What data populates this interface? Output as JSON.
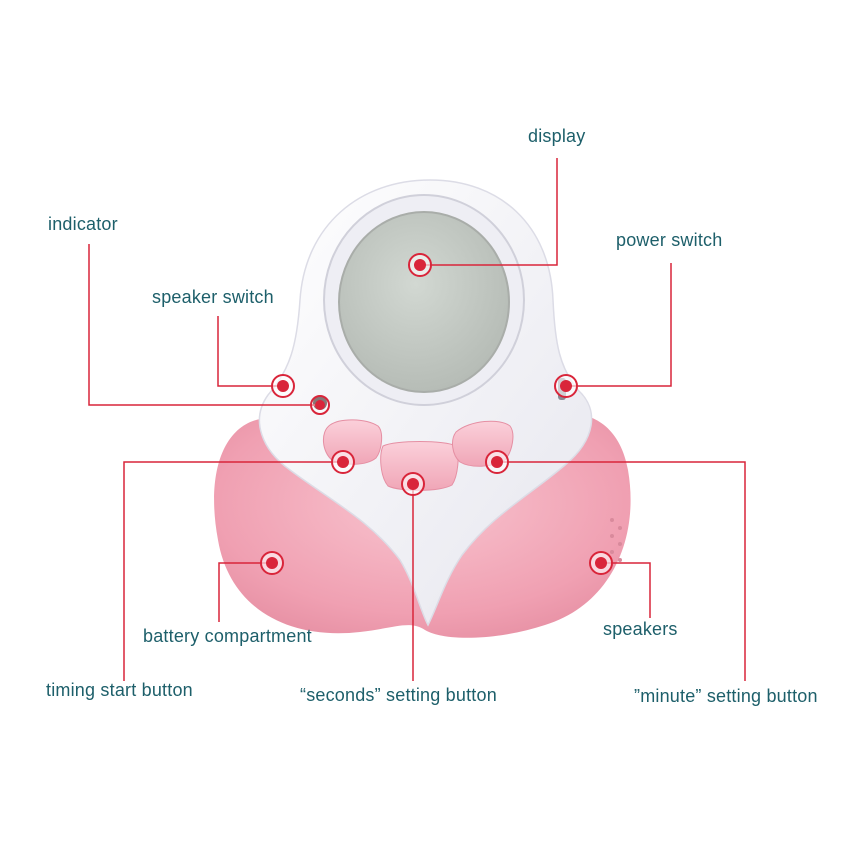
{
  "labels": {
    "display": "display",
    "indicator": "indicator",
    "power_switch": "power switch",
    "speaker_switch": "speaker switch",
    "battery_compartment": "battery compartment",
    "speakers": "speakers",
    "timing_start_button": "timing start button",
    "seconds_setting_button": "“seconds” setting button",
    "minute_setting_button": "”minute” setting button"
  },
  "colors": {
    "label_text": "#1d5f6a",
    "callout_line": "#d9253a",
    "body_pink": "#f3a9b8",
    "body_white": "#f7f7fb",
    "screen": "#c9cfc9"
  }
}
